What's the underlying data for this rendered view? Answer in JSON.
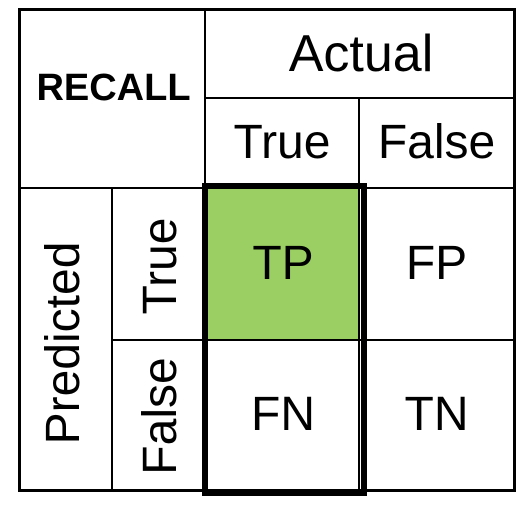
{
  "corner_label": "RECALL",
  "column_group": {
    "title": "Actual",
    "headers": [
      "True",
      "False"
    ]
  },
  "row_group": {
    "title": "Predicted",
    "headers": [
      "True",
      "False"
    ]
  },
  "cells": {
    "tp": "TP",
    "fp": "FP",
    "fn": "FN",
    "tn": "TN"
  },
  "colors": {
    "highlight_fill": "#9bcf63",
    "line": "#000000",
    "background": "#ffffff"
  }
}
